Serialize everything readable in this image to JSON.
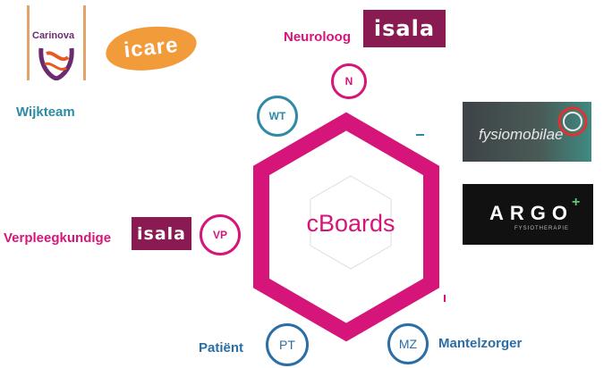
{
  "center": {
    "label": "cBoards"
  },
  "colors": {
    "magenta": "#d6157a",
    "blue": "#2b6ea6",
    "teal": "#2f8aa6",
    "isala": "#8a1b52"
  },
  "roles": [
    {
      "code": "N",
      "label": "Neuroloog"
    },
    {
      "code": "WT",
      "label": "Wijkteam"
    },
    {
      "code": "VP",
      "label": "Verpleegkundige"
    },
    {
      "code": "PT",
      "label": "Patiënt"
    },
    {
      "code": "MZ",
      "label": "Mantelzorger"
    }
  ],
  "logos": {
    "carinova": "Carinova",
    "icare": "icare",
    "isala_top": "isala",
    "isala_left": "isala",
    "fysiomobilae": "fysiomobilae",
    "argo": "ARGO",
    "argo_sub": "FYSIOTHERAPIE"
  }
}
